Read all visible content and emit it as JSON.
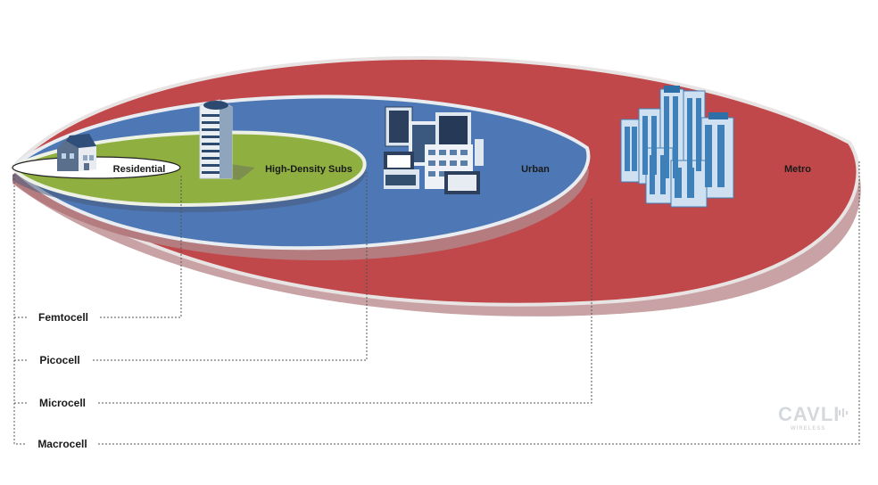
{
  "zones": {
    "metro": "Metro",
    "urban": "Urban",
    "high_density": "High-Density Subs",
    "residential": "Residential"
  },
  "cells": {
    "femtocell": "Femtocell",
    "picocell": "Picocell",
    "microcell": "Microcell",
    "macrocell": "Macrocell"
  },
  "watermark": {
    "brand": "CAVLI",
    "sub": "WIRELESS"
  },
  "colors": {
    "metro": "#c0484a",
    "urban": "#4d78b5",
    "high_density": "#8fb040",
    "residential": "#ffffff",
    "shadow": "#c7a3a6",
    "building": "#3f80b8"
  }
}
